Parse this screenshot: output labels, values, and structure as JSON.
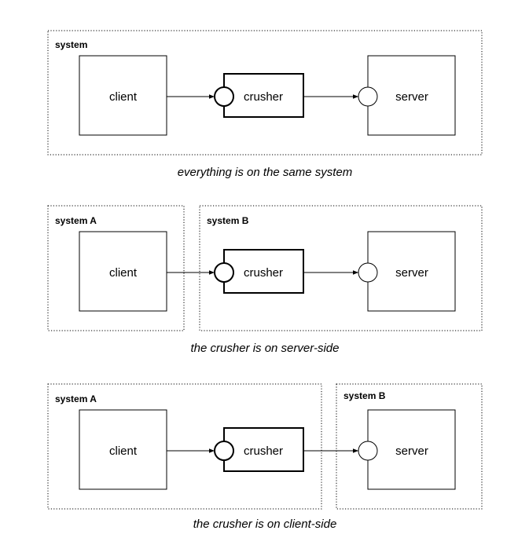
{
  "diagrams": [
    {
      "systems": [
        "system"
      ],
      "client": "client",
      "crusher": "crusher",
      "server": "server",
      "caption": "everything is on the same system"
    },
    {
      "systems": [
        "system A",
        "system B"
      ],
      "client": "client",
      "crusher": "crusher",
      "server": "server",
      "caption": "the crusher is on server-side"
    },
    {
      "systems": [
        "system A",
        "system B"
      ],
      "client": "client",
      "crusher": "crusher",
      "server": "server",
      "caption": "the crusher is on client-side"
    }
  ]
}
